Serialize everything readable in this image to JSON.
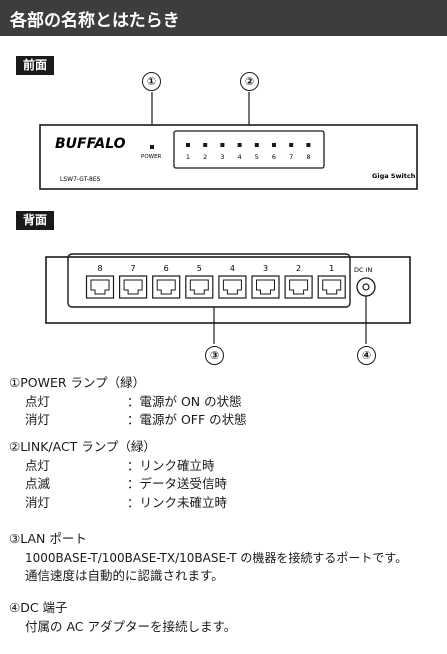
{
  "section_title": "各部の名称とはたらき",
  "front": {
    "label": "前面",
    "callouts": [
      "①",
      "②"
    ],
    "brand": "BUFFALO",
    "power_label": "POWER",
    "port_numbers": [
      "1",
      "2",
      "3",
      "4",
      "5",
      "6",
      "7",
      "8"
    ],
    "model": "LSW7-GT-8ES",
    "product": "Giga Switch"
  },
  "back": {
    "label": "背面",
    "port_numbers": [
      "8",
      "7",
      "6",
      "5",
      "4",
      "3",
      "2",
      "1"
    ],
    "dc_label": "DC IN",
    "callouts": [
      "③",
      "④"
    ]
  },
  "descriptions": {
    "power": {
      "title": "①POWER ランプ（緑）",
      "rows": [
        {
          "state": "点灯",
          "meaning": "：電源が ON の状態"
        },
        {
          "state": "消灯",
          "meaning": "：電源が OFF の状態"
        }
      ]
    },
    "link": {
      "title": "②LINK/ACT ランプ（緑）",
      "rows": [
        {
          "state": "点灯",
          "meaning": "：リンク確立時"
        },
        {
          "state": "点滅",
          "meaning": "：データ送受信時"
        },
        {
          "state": "消灯",
          "meaning": "：リンク未確立時"
        }
      ]
    },
    "lan": {
      "title": "③LAN ポート",
      "lines": [
        "1000BASE-T/100BASE-TX/10BASE-T の機器を接続するポートです。",
        "通信速度は自動的に認識されます。"
      ]
    },
    "dc": {
      "title": "④DC 端子",
      "lines": [
        "付属の AC アダプターを接続します。"
      ]
    }
  }
}
